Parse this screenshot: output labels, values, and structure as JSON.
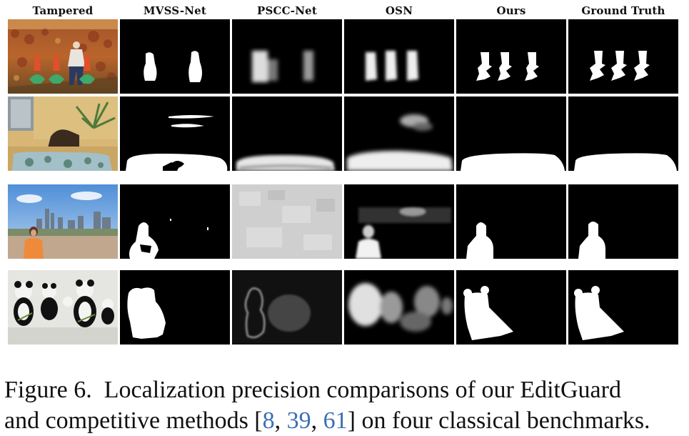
{
  "figure": {
    "column_headers": [
      "Tampered",
      "MVSS-Net",
      "PSCC-Net",
      "OSN",
      "Ours",
      "Ground Truth"
    ],
    "caption": {
      "label": "Figure 6.",
      "line1_text": "Localization precision comparisons of our EditGuard",
      "line2_before": "and competitive methods [",
      "cite_1": "8",
      "sep_1": ", ",
      "cite_2": "39",
      "sep_2": ", ",
      "cite_3": "61",
      "line2_after": "] on four classical benchmarks."
    },
    "colors": {
      "citation": "#3b6fb6",
      "mask_background": "#000000",
      "mask_foreground": "#ffffff"
    }
  }
}
